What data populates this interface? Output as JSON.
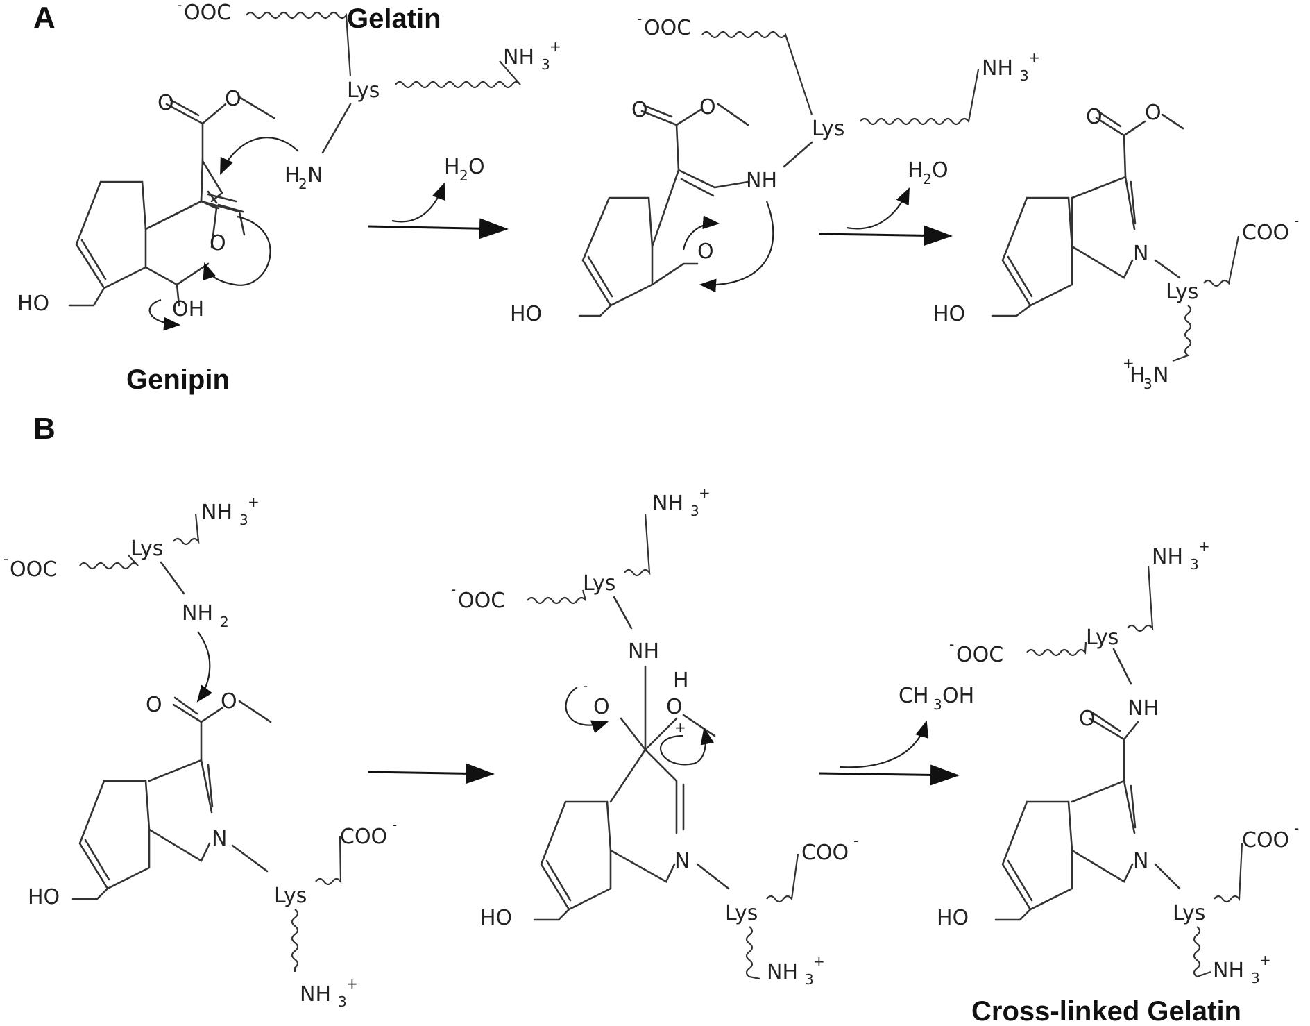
{
  "panels": {
    "a": "A",
    "b": "B"
  },
  "titles": {
    "gelatin": "Gelatin",
    "genipin": "Genipin",
    "crosslinked": "Cross-linked Gelatin"
  },
  "atoms": {
    "lys": "Lys",
    "O": "O",
    "N": "N",
    "HO": "HO",
    "OH": "OH",
    "NH": "NH",
    "H": "H",
    "NH3": "NH",
    "COO": "COO",
    "OOC": "OOC",
    "minus": "-",
    "plus": "+",
    "sub2": "2",
    "sub3": "3",
    "H2N_H": "H",
    "H2N_N": "N",
    "H3N_H": "H",
    "H3N_N": "N",
    "CH3OH_CH": "CH",
    "CH3OH_OH": "OH",
    "NH2_N": "NH"
  },
  "byproducts": {
    "water_H": "H",
    "water_O": "O",
    "water_sub": "2"
  },
  "colors": {
    "ink": "#222222",
    "background": "#ffffff"
  }
}
